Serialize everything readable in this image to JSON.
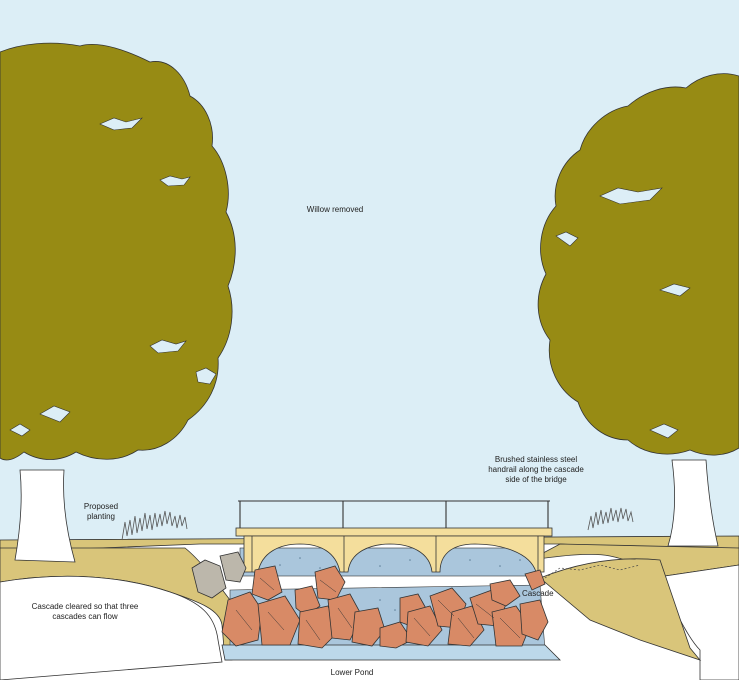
{
  "colors": {
    "sky": "#dceef6",
    "foliage": "#978b14",
    "trunk": "#ffffff",
    "ground": "#d9c57a",
    "bank": "#ffffff",
    "bridge": "#f4de9c",
    "water": "#aac6dc",
    "rock": "#d88a66",
    "grey_rock": "#bcb7ab",
    "pond": "#bcd8ea",
    "outline": "#333333"
  },
  "labels": {
    "willow": "Willow removed",
    "planting": "Proposed\nplanting",
    "handrail": "Brushed stainless steel\nhandrail along the cascade\nside of the bridge",
    "cascade": "Cascade",
    "cleared": "Cascade cleared so that three\ncascades can flow",
    "pond": "Lower Pond"
  }
}
